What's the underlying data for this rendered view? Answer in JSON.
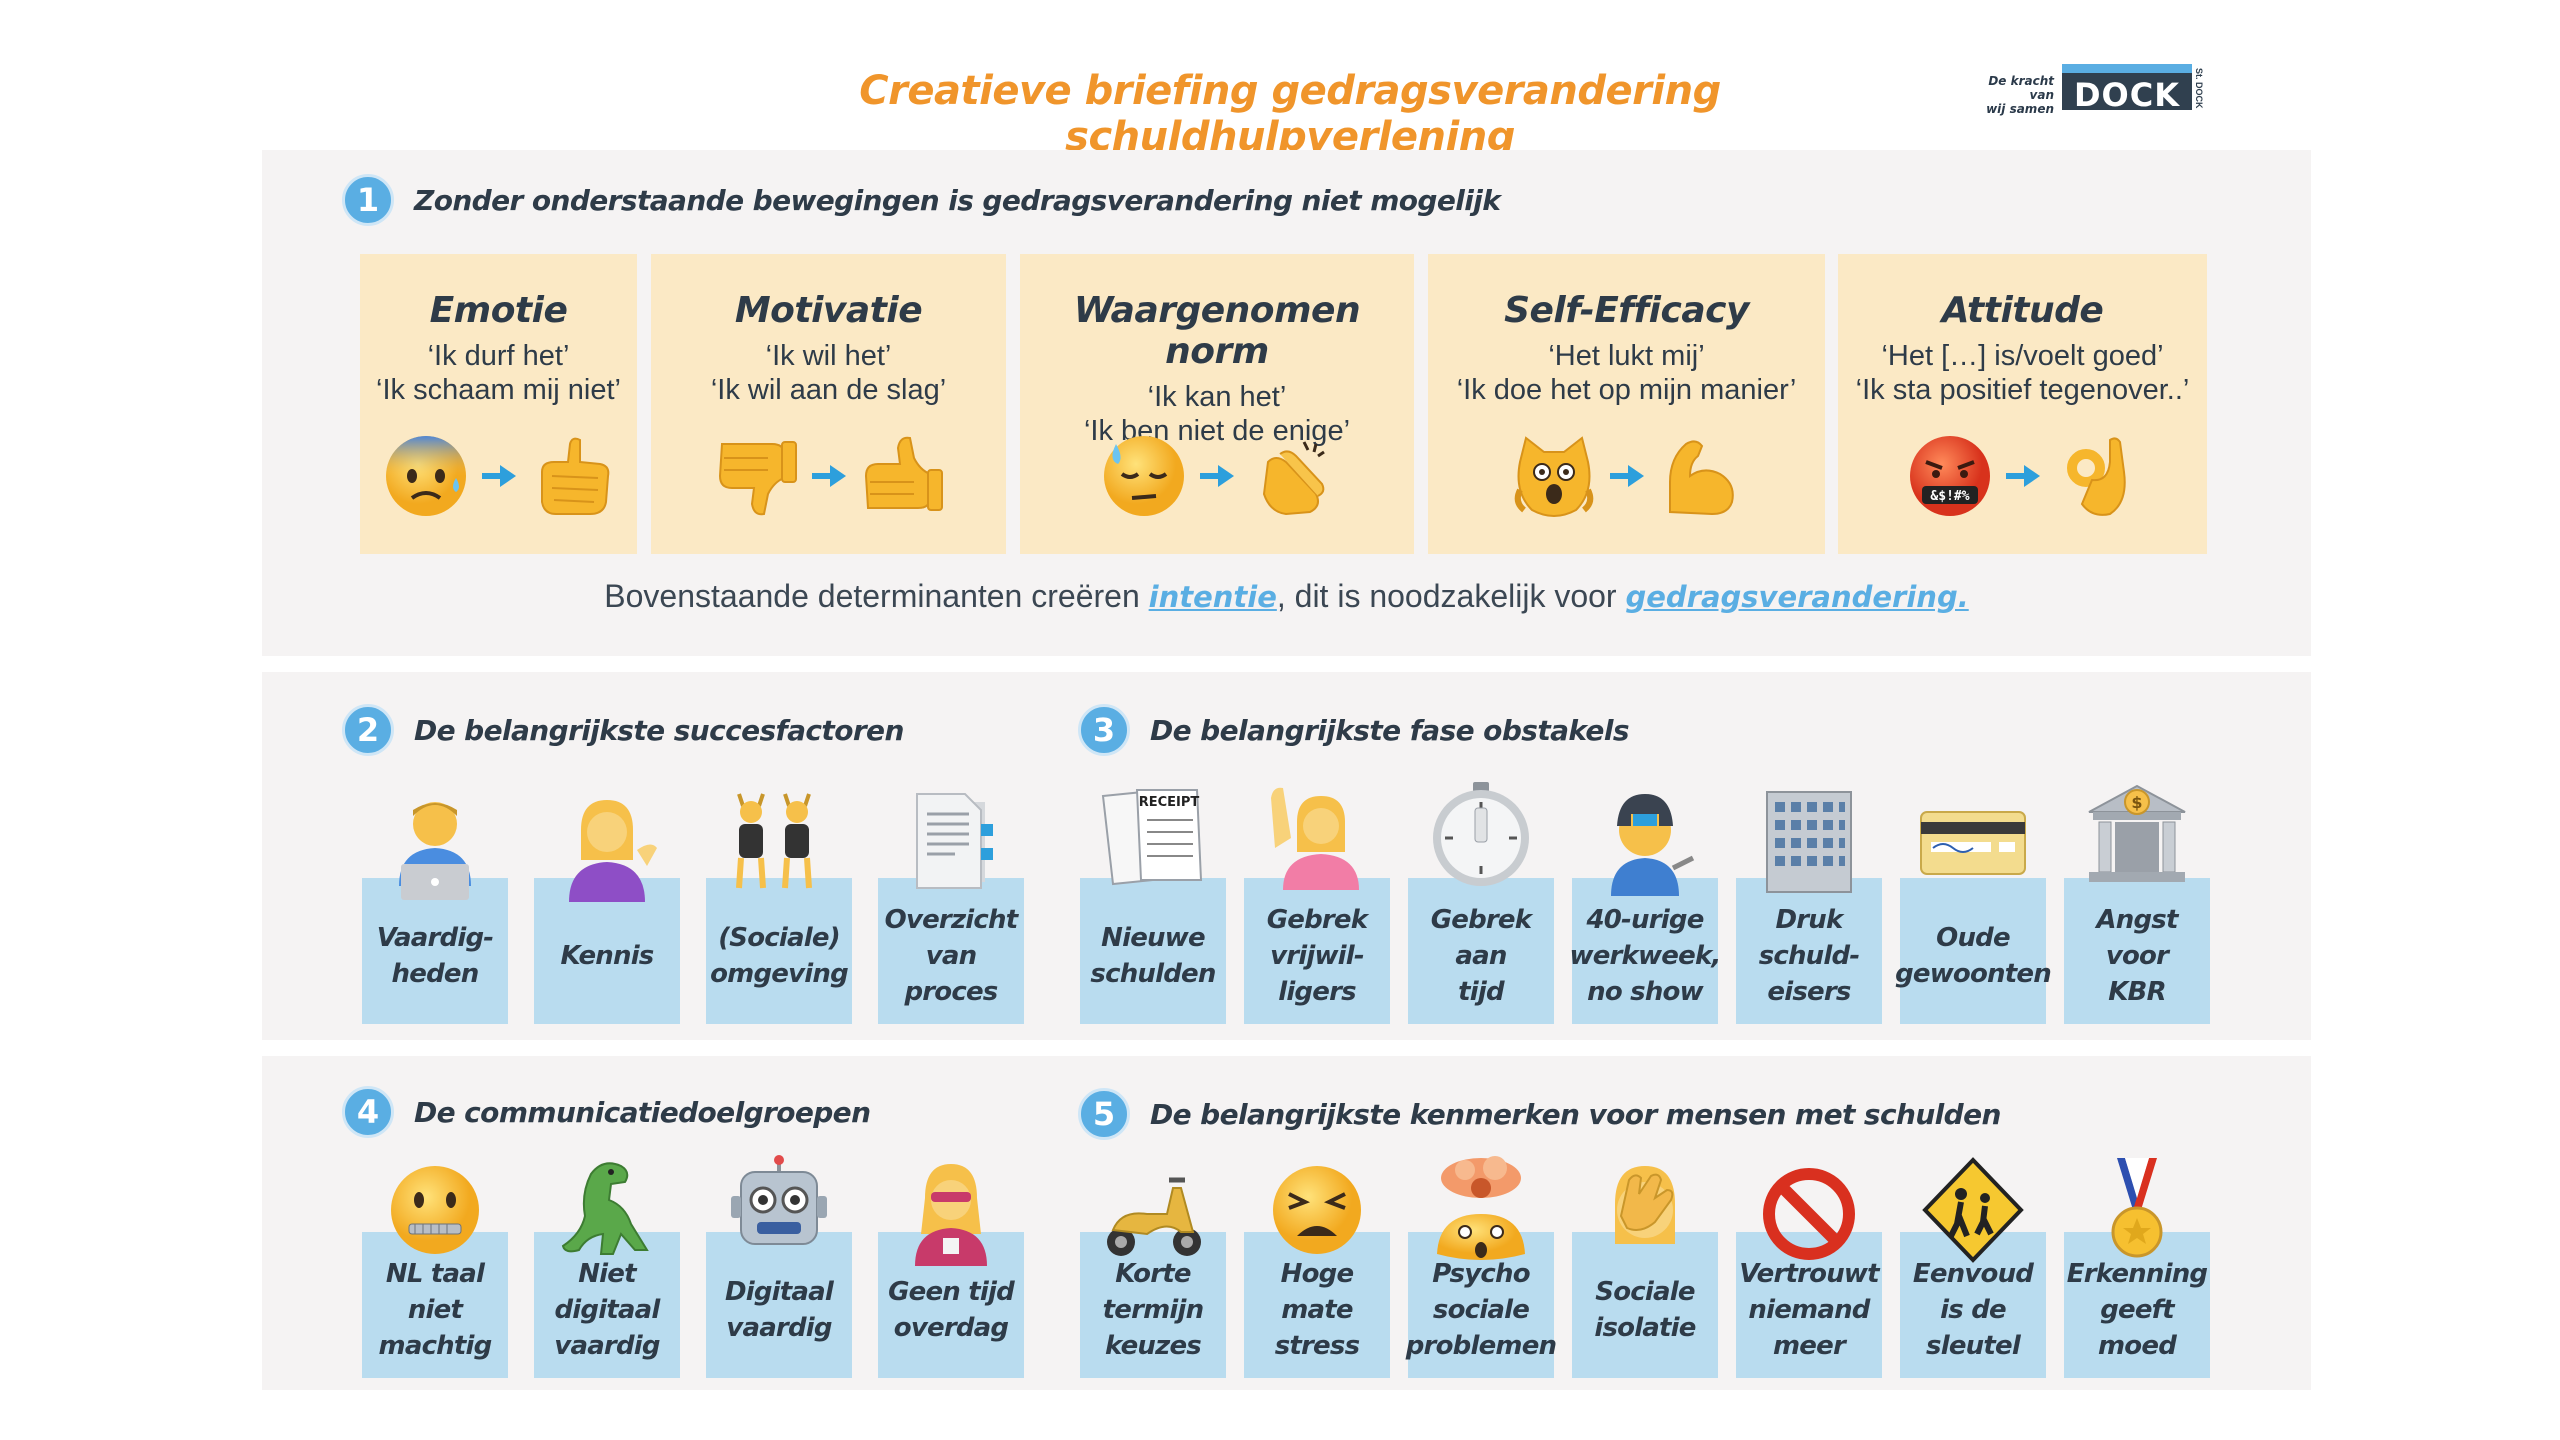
{
  "title": "Creatieve briefing gedragsverandering schuldhulpverlening",
  "logo": {
    "tagline_1": "De kracht van",
    "tagline_2": "wij samen",
    "word": "DOCK",
    "side": "St. DOCK"
  },
  "section1": {
    "number": "1",
    "title": "Zonder onderstaande bewegingen is gedragsverandering niet mogelijk",
    "determinants": [
      {
        "name": "Emotie",
        "quote1": "‘Ik durf het’",
        "quote2": "‘Ik schaam mij niet’",
        "from_icon": "anxious-face-icon",
        "to_icon": "hand-gesture-icon"
      },
      {
        "name": "Motivatie",
        "quote1": "‘Ik wil het’",
        "quote2": "‘Ik wil aan de slag’",
        "from_icon": "thumbs-down-icon",
        "to_icon": "thumbs-up-icon"
      },
      {
        "name": "Waargenomen norm",
        "quote1": "‘Ik kan het’",
        "quote2": "‘Ik ben niet de enige’",
        "from_icon": "downcast-sweat-face-icon",
        "to_icon": "clapping-hands-icon"
      },
      {
        "name": "Self-Efficacy",
        "quote1": "‘Het lukt mij’",
        "quote2": "‘Ik doe het op mijn manier’",
        "from_icon": "weary-cat-icon",
        "to_icon": "flexed-biceps-icon"
      },
      {
        "name": "Attitude",
        "quote1": "‘Het […] is/voelt goed’",
        "quote2": "‘Ik sta positief tegenover..’",
        "from_icon": "cursing-face-icon",
        "to_icon": "ok-hand-icon"
      }
    ],
    "note_before": "Bovenstaande determinanten creëren ",
    "note_link1": "intentie",
    "note_middle": ", dit is noodzakelijk voor ",
    "note_link2": "gedragsverandering."
  },
  "section2": {
    "number": "2",
    "title": "De belangrijkste succesfactoren",
    "items": [
      {
        "lines": [
          "Vaardig-",
          "heden"
        ],
        "icon": "laptop-worker-icon"
      },
      {
        "lines": [
          "Kennis"
        ],
        "icon": "information-person-icon"
      },
      {
        "lines": [
          "(Sociale)",
          "omgeving"
        ],
        "icon": "people-icon"
      },
      {
        "lines": [
          "Overzicht",
          "van",
          "proces"
        ],
        "icon": "document-icon"
      }
    ]
  },
  "section3": {
    "number": "3",
    "title": "De belangrijkste fase obstakels",
    "items": [
      {
        "lines": [
          "Nieuwe",
          "schulden"
        ],
        "icon": "receipt-icon",
        "receipt_label": "RECEIPT"
      },
      {
        "lines": [
          "Gebrek",
          "vrijwil-",
          "ligers"
        ],
        "icon": "raising-hand-icon"
      },
      {
        "lines": [
          "Gebrek",
          "aan",
          "tijd"
        ],
        "icon": "timer-icon"
      },
      {
        "lines": [
          "40-urige",
          "werkweek,",
          "no show"
        ],
        "icon": "factory-worker-icon"
      },
      {
        "lines": [
          "Druk",
          "schuld-",
          "eisers"
        ],
        "icon": "office-building-icon"
      },
      {
        "lines": [
          "Oude",
          "gewoonten"
        ],
        "icon": "credit-card-icon"
      },
      {
        "lines": [
          "Angst",
          "voor",
          "KBR"
        ],
        "icon": "bank-icon",
        "bank_symbol": "$"
      }
    ]
  },
  "section4": {
    "number": "4",
    "title": "De communicatiedoelgroepen",
    "items": [
      {
        "lines": [
          "NL taal",
          "niet",
          "machtig"
        ],
        "icon": "zipper-mouth-face-icon"
      },
      {
        "lines": [
          "Niet",
          "digitaal",
          "vaardig"
        ],
        "icon": "dinosaur-icon"
      },
      {
        "lines": [
          "Digitaal",
          "vaardig"
        ],
        "icon": "robot-icon"
      },
      {
        "lines": [
          "Geen tijd",
          "overdag"
        ],
        "icon": "superhero-icon"
      }
    ]
  },
  "section5": {
    "number": "5",
    "title": "De belangrijkste kenmerken voor mensen met schulden",
    "items": [
      {
        "lines": [
          "Korte",
          "termijn",
          "keuzes"
        ],
        "icon": "scooter-icon"
      },
      {
        "lines": [
          "Hoge",
          "mate",
          "stress"
        ],
        "icon": "tired-face-icon"
      },
      {
        "lines": [
          "Psycho",
          "sociale",
          "problemen"
        ],
        "icon": "exploding-head-icon"
      },
      {
        "lines": [
          "Sociale",
          "isolatie"
        ],
        "icon": "facepalm-icon"
      },
      {
        "lines": [
          "Vertrouwt",
          "niemand",
          "meer"
        ],
        "icon": "prohibited-icon"
      },
      {
        "lines": [
          "Eenvoud",
          "is de",
          "sleutel"
        ],
        "icon": "children-crossing-icon"
      },
      {
        "lines": [
          "Erkenning",
          "geeft",
          "moed"
        ],
        "icon": "medal-icon"
      }
    ]
  },
  "colors": {
    "title": "#f0952b",
    "accent": "#5aaee3",
    "tile": "#b9dcef",
    "determinant": "#fbe9c5",
    "panel": "#f5f3f3",
    "text": "#2e3b48"
  }
}
